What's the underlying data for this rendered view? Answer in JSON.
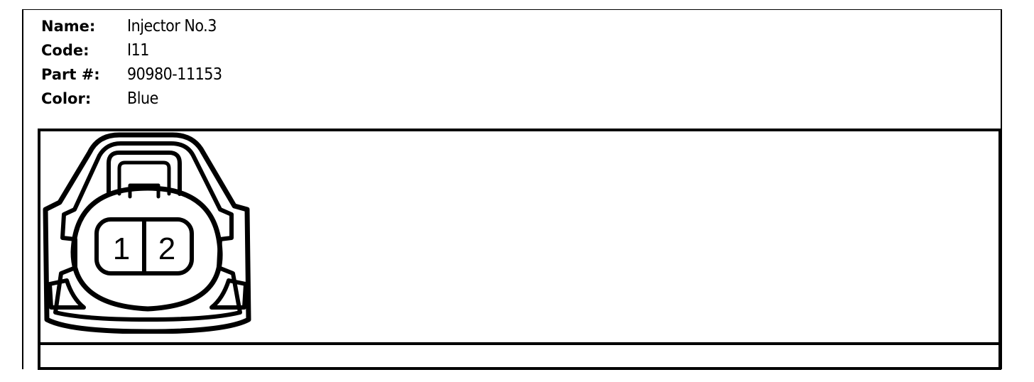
{
  "info": {
    "name_label": "Name:",
    "name_value": "Injector No.3",
    "code_label": "Code:",
    "code_value": "I11",
    "part_label": "Part #:",
    "part_value": "90980-11153",
    "color_label": "Color:",
    "color_value": "Blue"
  },
  "connector": {
    "pins": [
      "1",
      "2"
    ]
  },
  "colors": {
    "line": "#000000",
    "background": "#ffffff"
  }
}
